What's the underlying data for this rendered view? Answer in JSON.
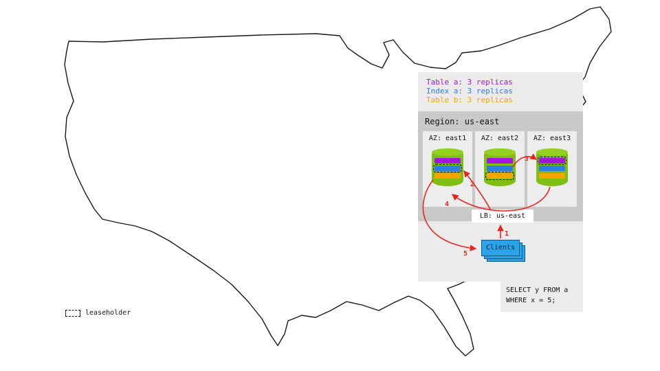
{
  "colors": {
    "purple": "#a215dd",
    "blue": "#2f7fe3",
    "orange": "#f5a500",
    "cylinder": "#7fbe12",
    "cylinder_top": "#93d020",
    "clients": "#2aa3e8",
    "clients_border": "#0a5a8a",
    "arrow": "#e8261d"
  },
  "legend": {
    "items": [
      {
        "label": "Table a: 3 replicas",
        "color": "#a215dd"
      },
      {
        "label": "Index a: 3 replicas",
        "color": "#2f7fe3"
      },
      {
        "label": "Table b: 3 replicas",
        "color": "#f5a500"
      }
    ]
  },
  "region": {
    "title": "Region: us-east",
    "azs": [
      {
        "label": "AZ: east1",
        "replicas": [
          {
            "color": "purple",
            "leaseholder": false
          },
          {
            "color": "blue",
            "leaseholder": true
          },
          {
            "color": "orange",
            "leaseholder": false
          }
        ]
      },
      {
        "label": "AZ: east2",
        "replicas": [
          {
            "color": "purple",
            "leaseholder": false
          },
          {
            "color": "blue",
            "leaseholder": false
          },
          {
            "color": "orange",
            "leaseholder": true
          }
        ]
      },
      {
        "label": "AZ: east3",
        "replicas": [
          {
            "color": "purple",
            "leaseholder": true
          },
          {
            "color": "blue",
            "leaseholder": false
          },
          {
            "color": "orange",
            "leaseholder": false
          }
        ]
      }
    ]
  },
  "load_balancer": {
    "label": "LB: us-east"
  },
  "clients": {
    "label": "Clients"
  },
  "arrows": {
    "steps": [
      "1",
      "2",
      "3",
      "4",
      "5"
    ]
  },
  "query": {
    "lines": [
      "SELECT y FROM a",
      "WHERE x = 5;"
    ]
  },
  "leaseholder_key": {
    "label": "leaseholder"
  }
}
